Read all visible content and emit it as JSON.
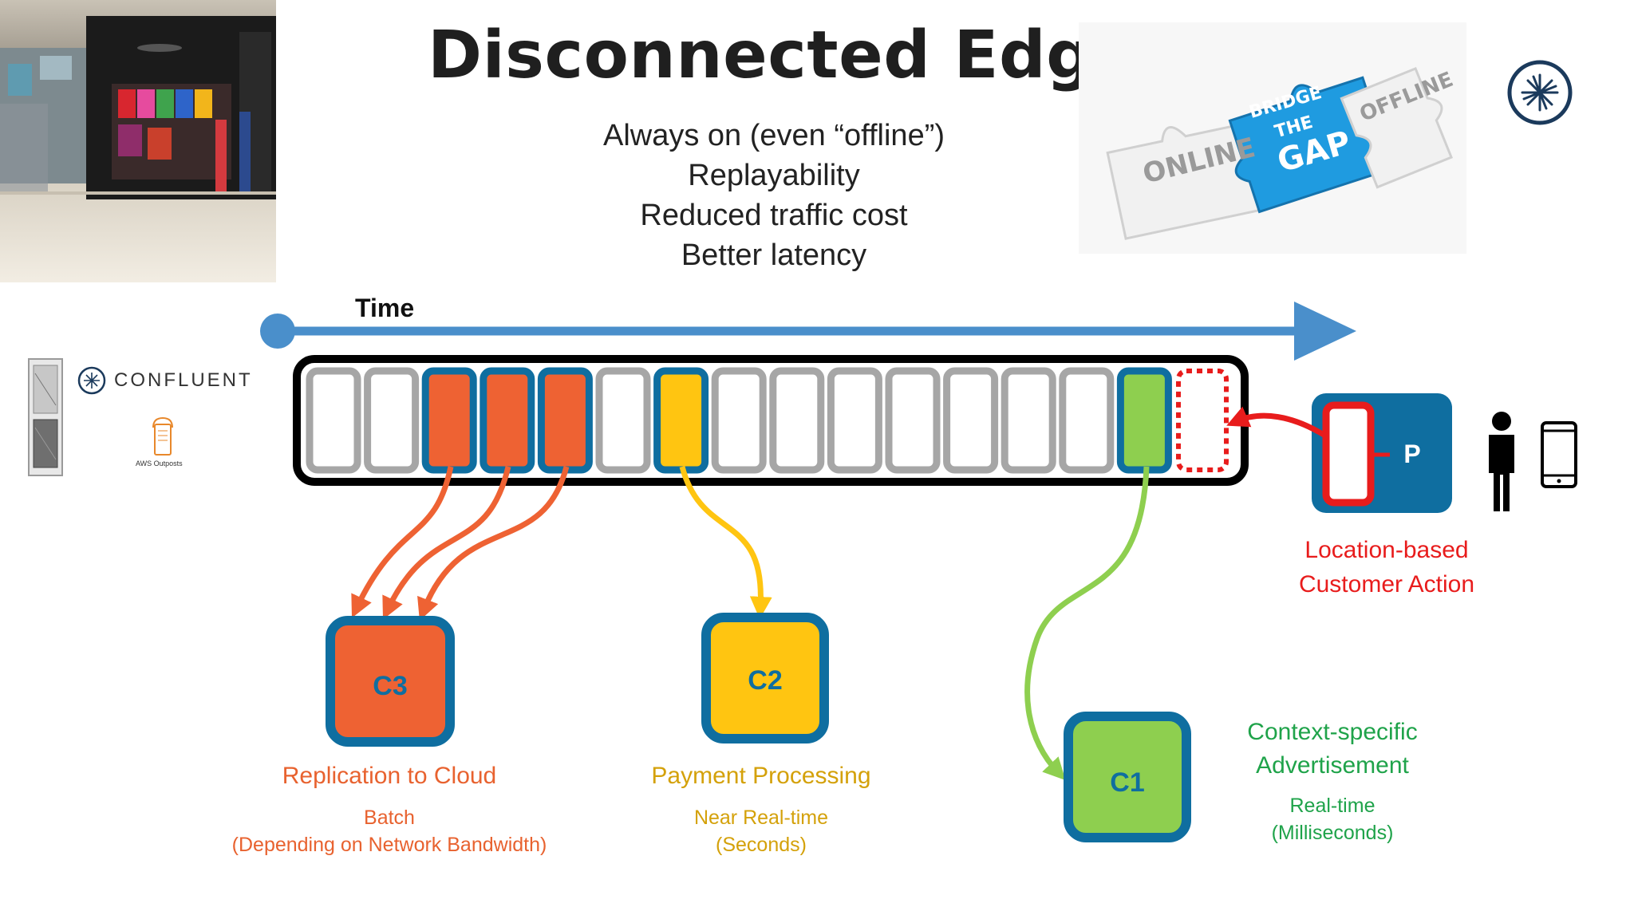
{
  "title": "Disconnected Edge",
  "benefits": [
    "Always on (even “offline”)",
    "Replayability",
    "Reduced traffic cost",
    "Better latency"
  ],
  "time_label": "Time",
  "puzzle_words": {
    "online": "ONLINE",
    "bridge": "BRIDGE",
    "the": "THE",
    "gap": "GAP",
    "offline": "OFFLINE"
  },
  "confluent_label": "CONFLUENT",
  "aws_label": "AWS Outposts",
  "producer": {
    "letter": "P",
    "caption_line1": "Location-based",
    "caption_line2": "Customer Action"
  },
  "consumers": [
    {
      "id": "C3",
      "title": "Replication to Cloud",
      "sub1": "Batch",
      "sub2": "(Depending on Network Bandwidth)",
      "color": "#ee6233"
    },
    {
      "id": "C2",
      "title": "Payment Processing",
      "sub1": "Near Real-time",
      "sub2": "(Seconds)",
      "color": "#ffc511"
    },
    {
      "id": "C1",
      "title_line1": "Context-specific",
      "title_line2": "Advertisement",
      "sub1": "Real-time",
      "sub2": "(Milliseconds)",
      "color": "#8ecf4f"
    }
  ],
  "colors": {
    "blue": "#0f6ea0",
    "arrow_blue": "#4a8fcb",
    "orange": "#ee6233",
    "yellow": "#ffc511",
    "green": "#8ecf4f",
    "red": "#e81c1c",
    "text_orange": "#e8622f",
    "text_yellow": "#d4a10a",
    "text_green": "#1fa34a"
  }
}
